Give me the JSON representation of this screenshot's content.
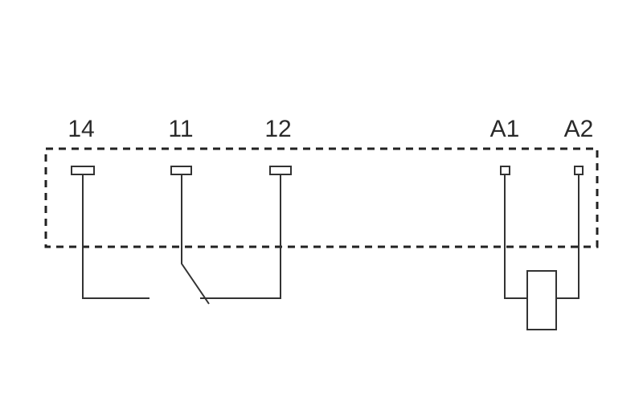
{
  "diagram": {
    "terminals": {
      "t14": "14",
      "t11": "11",
      "t12": "12",
      "ta1": "A1",
      "ta2": "A2"
    },
    "colors": {
      "line": "#333333",
      "housing_border": "#222222",
      "background": "#ffffff"
    },
    "elements": [
      "relay-housing-dashed",
      "contact-14-normally-open",
      "contact-11-common",
      "contact-12-normally-closed",
      "changeover-switch-blade",
      "relay-coil-a1-a2"
    ]
  }
}
